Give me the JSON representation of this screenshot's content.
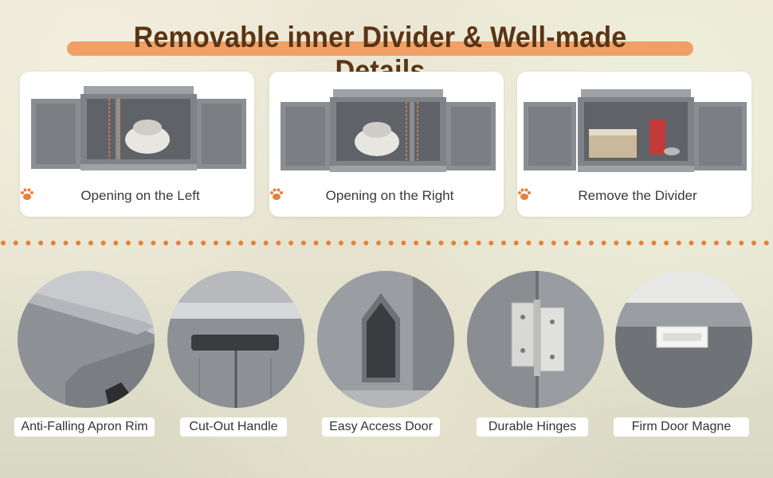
{
  "header": {
    "title": "Removable inner Divider & Well-made Details"
  },
  "cards": [
    {
      "label": "Opening on the Left",
      "icon": "paw-icon"
    },
    {
      "label": "Opening on the Right",
      "icon": "paw-icon"
    },
    {
      "label": "Remove the Divider",
      "icon": "paw-icon"
    }
  ],
  "details": [
    {
      "label": "Anti-Falling Apron Rim"
    },
    {
      "label": "Cut-Out Handle"
    },
    {
      "label": "Easy Access Door"
    },
    {
      "label": "Durable Hinges"
    },
    {
      "label": "Firm Door Magne"
    }
  ],
  "colors": {
    "accent": "#f0a064",
    "title": "#5a3414",
    "paw": "#e8803a",
    "cabinet": "#8a8e92"
  }
}
